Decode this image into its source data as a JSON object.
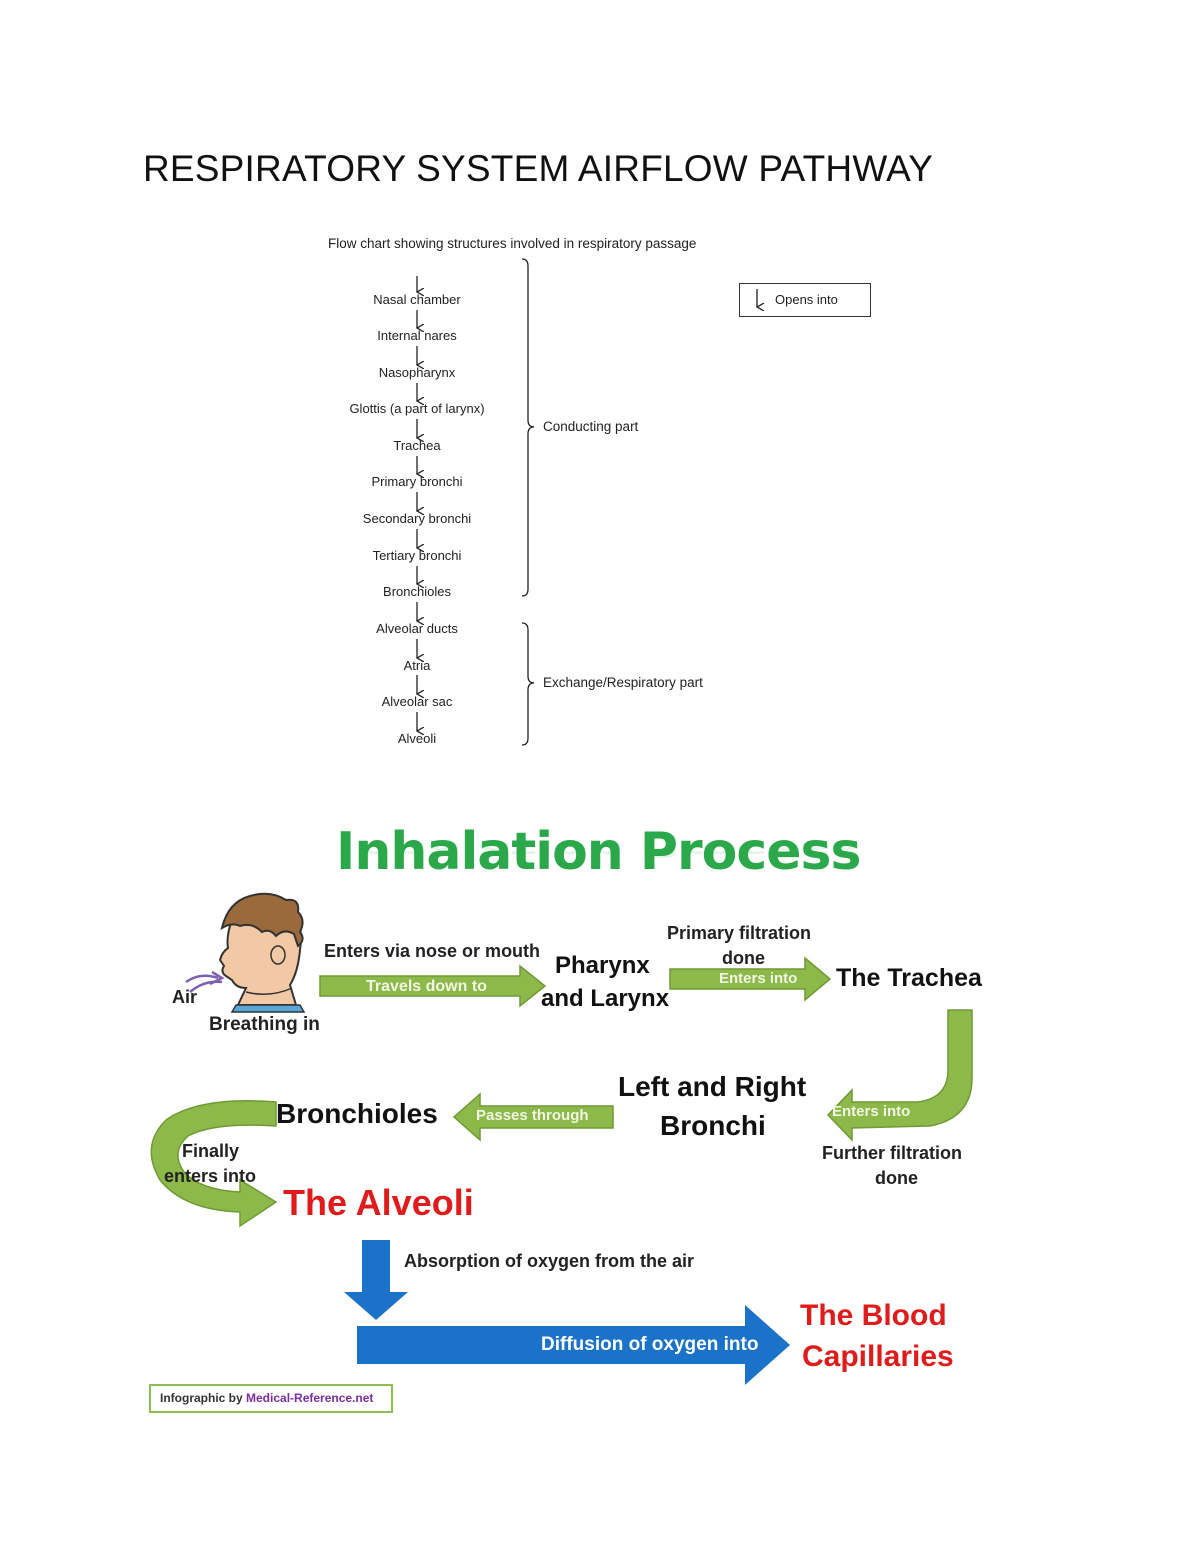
{
  "page_title": "RESPIRATORY SYSTEM AIRFLOW PATHWAY",
  "flow_chart": {
    "caption": "Flow chart showing structures involved in respiratory passage",
    "nodes": [
      "Nasal chamber",
      "Internal nares",
      "Nasopharynx",
      "Glottis (a part of larynx)",
      "Trachea",
      "Primary bronchi",
      "Secondary bronchi",
      "Tertiary bronchi",
      "Bronchioles",
      "Alveolar ducts",
      "Atria",
      "Alveolar sac",
      "Alveoli"
    ],
    "legend": "Opens into",
    "groups": [
      "Conducting part",
      "Exchange/Respiratory part"
    ]
  },
  "infographic": {
    "title": "Inhalation Process",
    "air_label": "Air",
    "breathing_label": "Breathing in",
    "enters_label": "Enters via nose or mouth",
    "travels_arrow": "Travels down to",
    "pharynx_line1": "Pharynx",
    "pharynx_line2": "and Larynx",
    "primary_line1": "Primary filtration",
    "primary_line2": "done",
    "enters_into_1": "Enters into",
    "trachea": "The Trachea",
    "enters_into_2": "Enters into",
    "further_line1": "Further filtration",
    "further_line2": "done",
    "bronchi_line1": "Left and Right",
    "bronchi_line2": "Bronchi",
    "passes_arrow": "Passes through",
    "bronchioles": "Bronchioles",
    "finally_line1": "Finally",
    "finally_line2": "enters into",
    "alveoli": "The Alveoli",
    "absorption": "Absorption of oxygen from the air",
    "diffusion_arrow": "Diffusion of oxygen into",
    "blood_line1": "The Blood",
    "blood_line2": "Capillaries",
    "credit_prefix": "Infographic  by",
    "credit_site": "Medical-Reference.net"
  },
  "colors": {
    "title_green": "#2aa84a",
    "arrow_green": "#8db84a",
    "red_text": "#e01b1b",
    "blue_arrow": "#1a73c8"
  }
}
